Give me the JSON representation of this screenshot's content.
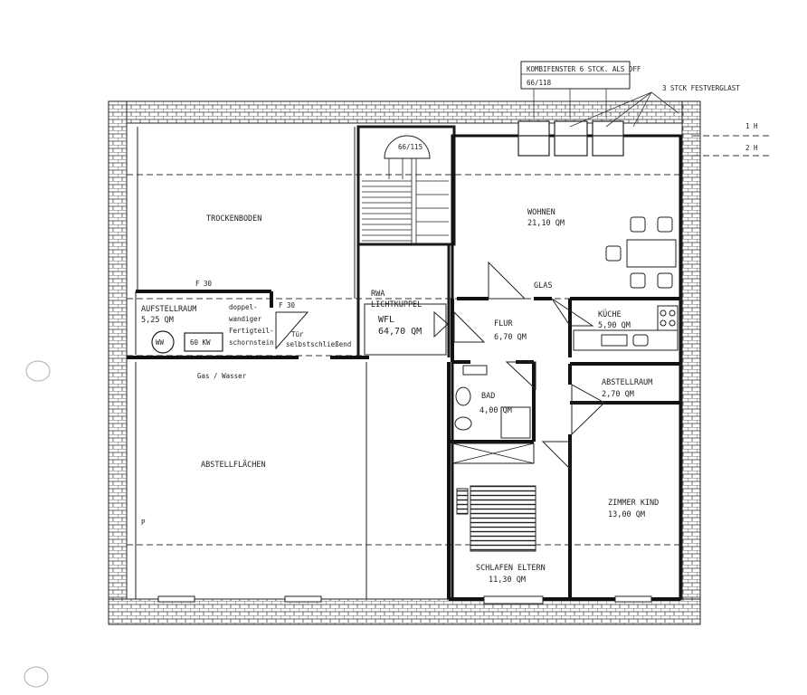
{
  "annotations": {
    "kombifenster_line1": "KOMBIFENSTER 6 STCK. ALS DFF",
    "kombifenster_line2": "66/118",
    "festverglast": "3 STCK FESTVERGLAST",
    "level_1h": "1 H",
    "level_2h": "2 H",
    "stair_window": "66/115",
    "f30_top": "F 30",
    "f30_right": "F 30",
    "rwa_line1": "RWA",
    "rwa_line2": "LICHTKUPPEL",
    "wfl_line1": "WFL",
    "wfl_line2": "64,70  QM",
    "glas": "GLAS",
    "gas_wasser": "Gas / Wasser",
    "doppel_line1": "doppel-",
    "doppel_line2": "wandiger",
    "doppel_line3": "Fertigteil-",
    "doppel_line4": "schornstein",
    "tuer_line1": "Tür",
    "tuer_line2": "selbstschließend",
    "ww": "WW",
    "kw": "60 KW",
    "p_mark": "P"
  },
  "rooms": {
    "trockenboden": {
      "name": "TROCKENBODEN"
    },
    "aufstellraum": {
      "name": "AUFSTELLRAUM",
      "area": "5,25  QM"
    },
    "abstellflaechen": {
      "name": "ABSTELLFLÄCHEN"
    },
    "wohnen": {
      "name": "WOHNEN",
      "area": "21,10  QM"
    },
    "kueche": {
      "name": "KÜCHE",
      "area": "5,90  QM"
    },
    "flur": {
      "name": "FLUR",
      "area": "6,70  QM"
    },
    "abstellraum": {
      "name": "ABSTELLRAUM",
      "area": "2,70  QM"
    },
    "bad": {
      "name": "BAD",
      "area": "4,00  QM"
    },
    "zimmer_kind": {
      "name": "ZIMMER KIND",
      "area": "13,00  QM"
    },
    "schlafen_eltern": {
      "name": "SCHLAFEN ELTERN",
      "area": "11,30  QM"
    }
  }
}
